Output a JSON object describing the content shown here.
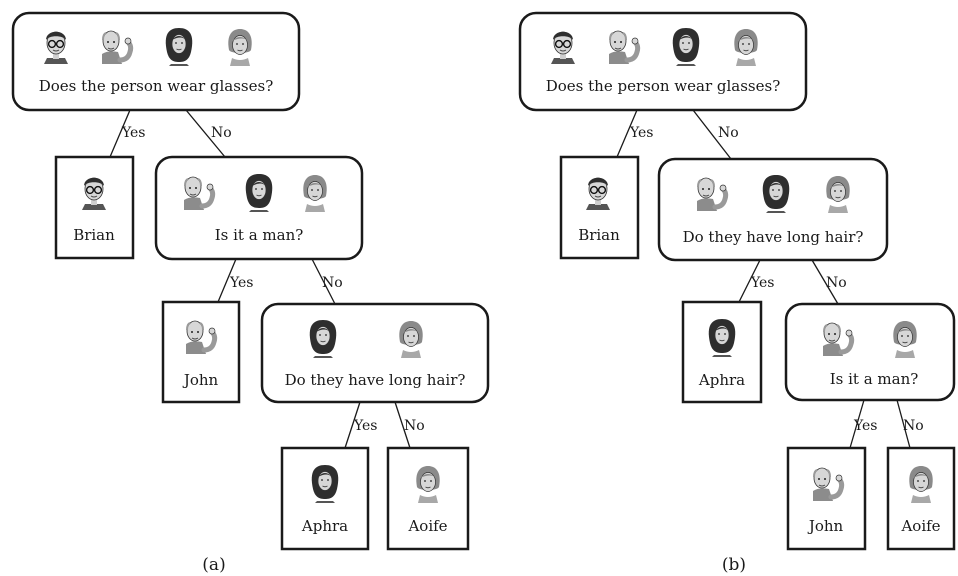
{
  "questions": {
    "glasses": "Does the person wear glasses?",
    "man": "Is it a man?",
    "long_hair": "Do they have long hair?"
  },
  "answers": {
    "yes": "Yes",
    "no": "No"
  },
  "people": {
    "brian": {
      "name": "Brian",
      "icon": "glasses-man-icon"
    },
    "john": {
      "name": "John",
      "icon": "bald-man-flexing-icon"
    },
    "aphra": {
      "name": "Aphra",
      "icon": "long-hair-woman-icon"
    },
    "aoife": {
      "name": "Aoife",
      "icon": "short-hair-woman-icon"
    }
  },
  "captions": {
    "a": "(a)",
    "b": "(b)"
  },
  "colors": {
    "line": "#1a1a1a",
    "skin": "#d7d7d7",
    "hair_dark": "#2e2e2e",
    "hair_light": "#8a8a8a"
  }
}
